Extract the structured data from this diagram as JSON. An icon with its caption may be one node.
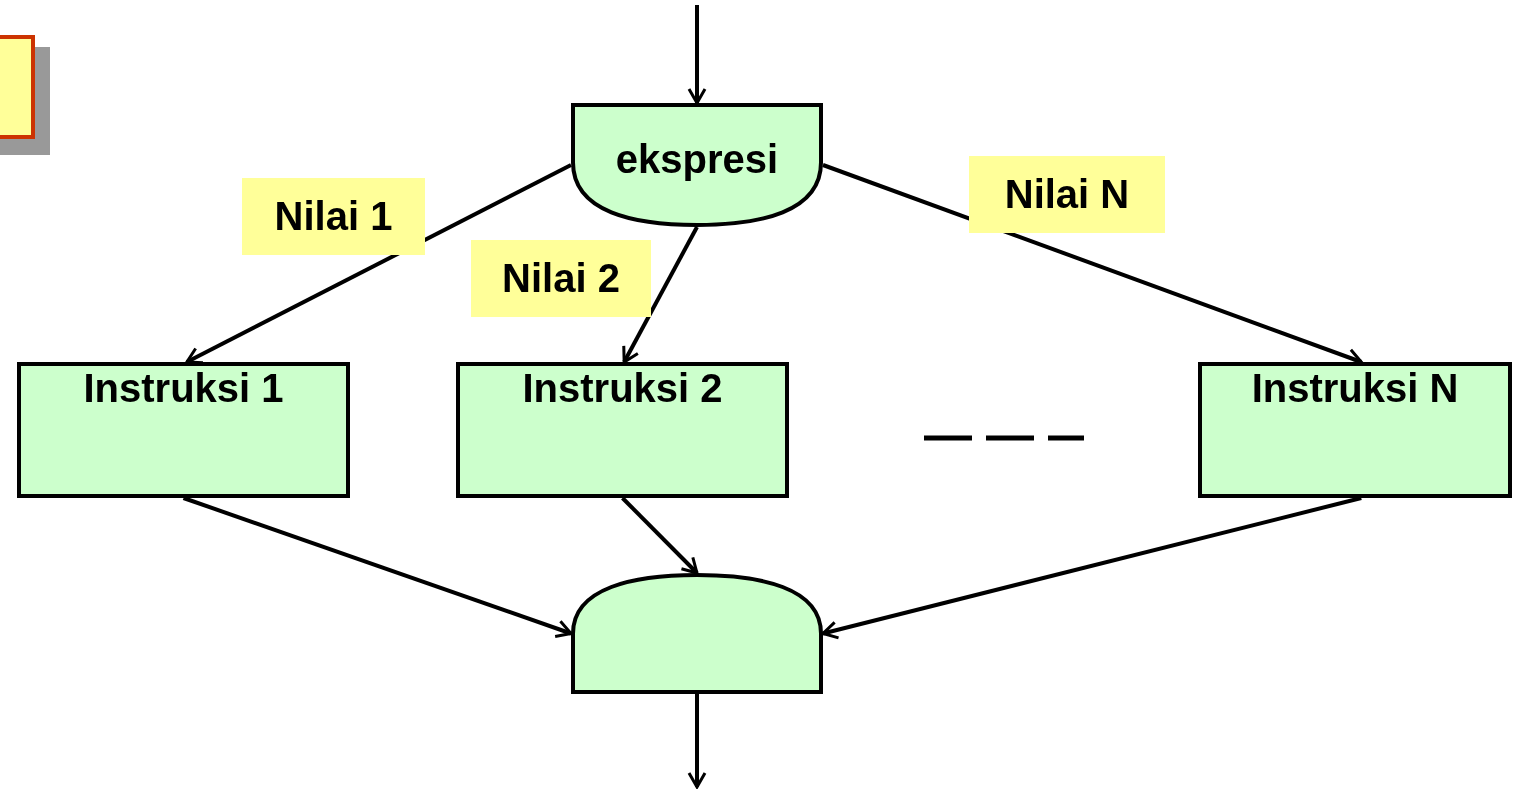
{
  "diagram": {
    "nodes": [
      {
        "text": [
          "ekspresi"
        ]
      },
      {
        "text": [
          "Instruksi 1"
        ]
      },
      {
        "text": [
          "Instruksi 2"
        ]
      },
      {
        "text": [
          "Instruksi N"
        ]
      },
      {
        "text": [],
        "shape": "dome"
      }
    ],
    "edges": [
      {
        "from": null,
        "to": 0,
        "arrow": "to"
      },
      {
        "from": 0,
        "to": 1,
        "arrow": "to",
        "label": "Nilai 1"
      },
      {
        "from": 0,
        "to": 2,
        "arrow": "to",
        "label": "Nilai 2"
      },
      {
        "from": 0,
        "to": 3,
        "arrow": "to",
        "label": "Nilai N"
      },
      {
        "from": 1,
        "to": 4,
        "arrow": "to"
      },
      {
        "from": 2,
        "to": 4,
        "arrow": "to"
      },
      {
        "from": 3,
        "to": 4,
        "arrow": "to"
      },
      {
        "from": 4,
        "to": null,
        "arrow": "to"
      }
    ]
  }
}
